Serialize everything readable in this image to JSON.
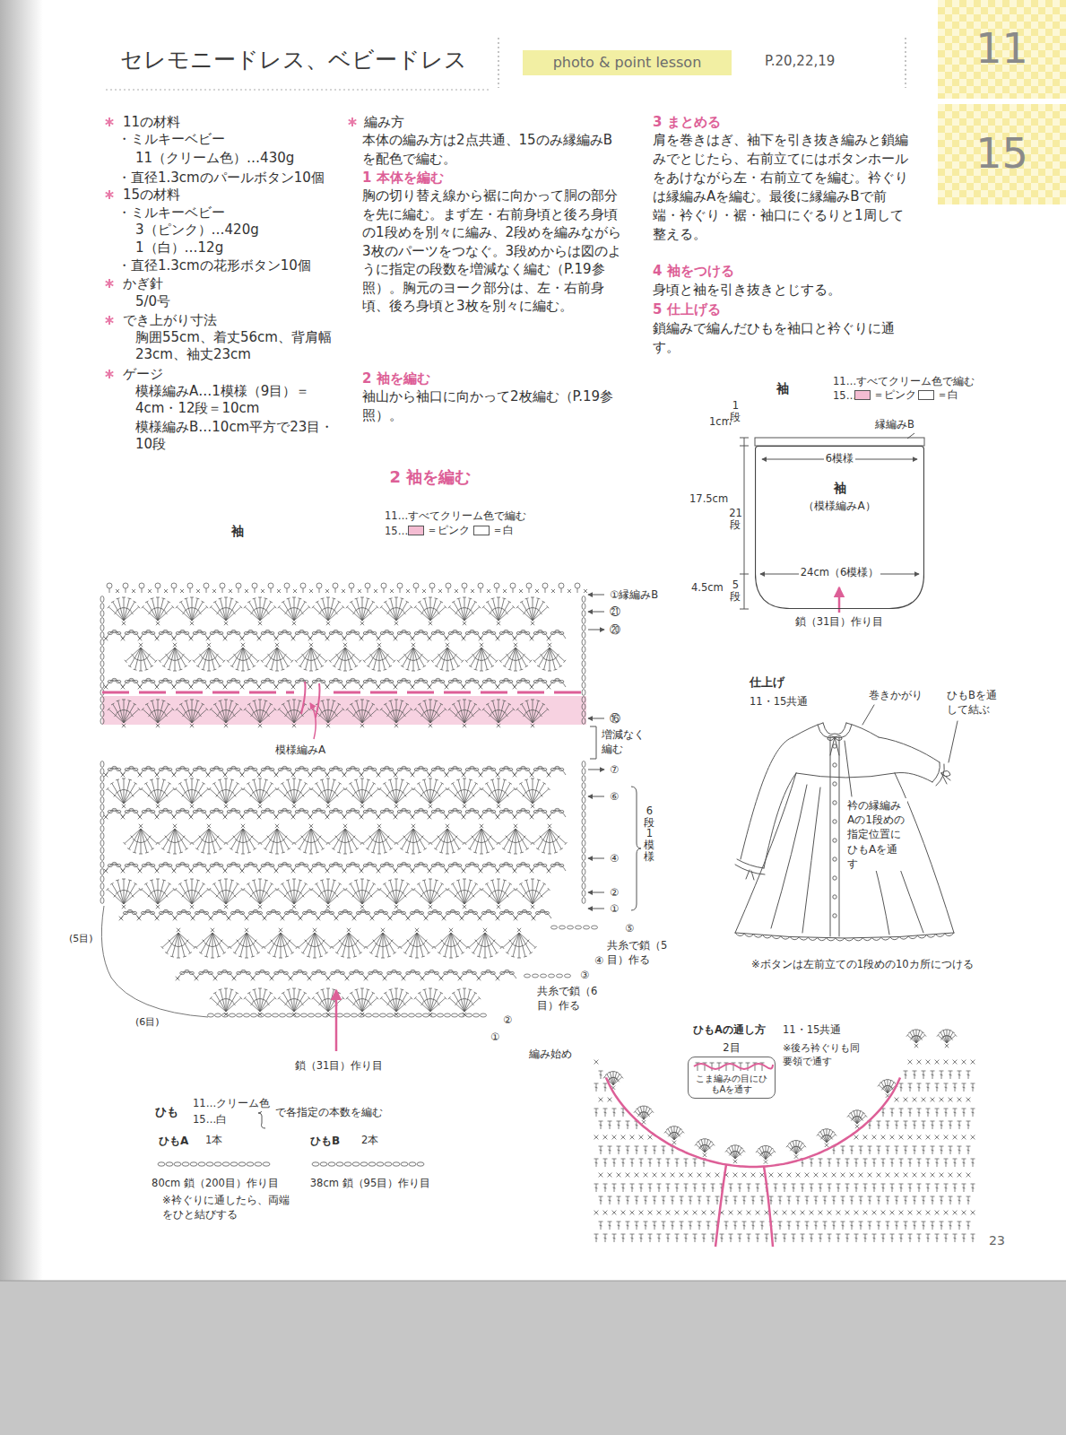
{
  "diagram": {
    "title": "セレモニードレス、ベビードレス",
    "nodes": [
      {
        "text": [
          "photo & point lesson"
        ]
      },
      {
        "text": [
          "11"
        ]
      },
      {
        "text": [
          "15"
        ]
      },
      {
        "text": [
          "6模様",
          "袖",
          "（模様編みA）",
          "24cm（6模様）"
        ]
      },
      {
        "text": [
          "2目",
          "こま編みの目にひもAを通す"
        ]
      }
    ],
    "labels": [
      "P.20,22,19",
      "11の材料",
      "・ミルキーベビー",
      "11（クリーム色）…430g",
      "・直径1.3cmのパールボタン10個",
      "15の材料",
      "・ミルキーベビー",
      "3（ピンク）…420g",
      "1（白）…12g",
      "・直径1.3cmの花形ボタン10個",
      "かぎ針",
      "5/0号",
      "でき上がり寸法",
      "胸囲55cm、着丈56cm、背肩幅23cm、袖丈23cm",
      "ゲージ",
      "模様編みA…1模様（9目）＝4cm・12段＝10cm",
      "模様編みB…10cm平方で23目・10段",
      "編み方",
      "本体の編み方は2点共通、15のみ縁編みBを配色で編む。",
      "1 本体を編む",
      "胸の切り替え線から裾に向かって胴の部分を先に編む。まず左・右前身頃と後ろ身頃の1段めを別々に編み、2段めを編みながら3枚のパーツをつなぐ。3段めからは図のように指定の段数を増減なく編む（P.19参照）。胸元のヨーク部分は、左・右前身頃、後ろ身頃と3枚を別々に編む。",
      "2 袖を編む",
      "袖山から袖口に向かって2枚編む（P.19参照）。",
      "3 まとめる",
      "肩を巻きはぎ、袖下を引き抜き編みと鎖編みでとじたら、右前立てにはボタンホールをあけながら左・右前立てを編む。衿ぐりは縁編みAを編む。最後に縁編みBで前端・衿ぐり・裾・袖口にぐるりと1周して整える。",
      "4 袖をつける",
      "身頃と袖を引き抜きとじする。",
      "5 仕上げる",
      "鎖編みで編んだひもを袖口と衿ぐりに通す。",
      "袖",
      "11…すべてクリーム色で編む",
      "15…",
      "1cm",
      "1段",
      "縁編みB",
      "17.5cm",
      "21段",
      "4.5cm",
      "5段",
      "鎖（31目）作り目",
      "仕上げ",
      "11・15共通",
      "巻きかがり",
      "ひもBを通して結ぶ",
      "衿の縁編みAの1段めの指定位置にひもAを通す",
      "※ボタンは左前立ての1段めの10カ所につける",
      "2 袖を編む",
      "11…すべてクリーム色で編む",
      "15…",
      "袖",
      "①縁編みB",
      "㉑",
      "⑳",
      "⑯",
      "増減なく編む",
      "⑦",
      "⑥",
      "④",
      "②",
      "①",
      "6段1模様",
      "⑤",
      "共糸で鎖（5目）作る",
      "④",
      "③",
      "共糸で鎖（6目）作る",
      "②",
      "①",
      "編み始め",
      "鎖（31目）作り目",
      "(5目)",
      "(6目)",
      "模様編みA",
      "ひも",
      "11…クリーム色",
      "15…白",
      "で各指定の本数を編む",
      "ひもA",
      "1本",
      "ひもB",
      "2本",
      "80cm 鎖（200目）作り目",
      "※衿ぐりに通したら、両端をひと結びする",
      "38cm 鎖（95目）作り目",
      "ひもAの通し方",
      "11・15共通",
      "※後ろ衿ぐりも同要領で通す",
      "23"
    ],
    "legend": [
      {
        "text": "＝ピンク",
        "color": "#f4bcd2"
      },
      {
        "text": "＝白",
        "color": "#ffffff"
      },
      {
        "text": "＝ピンク",
        "color": "#f4bcd2"
      },
      {
        "text": "＝白",
        "color": "#ffffff"
      }
    ]
  }
}
